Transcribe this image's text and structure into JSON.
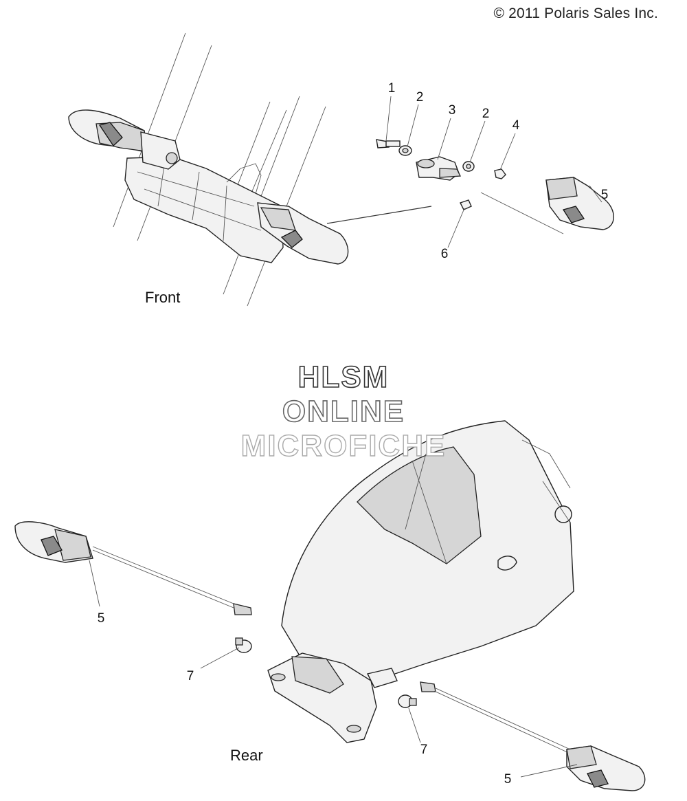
{
  "header": {
    "copyright": "© 2011 Polaris Sales Inc."
  },
  "watermark": {
    "line1": "HLSM",
    "line2": "ONLINE",
    "line3": "MICROFICHE"
  },
  "sections": {
    "front": "Front",
    "rear": "Rear"
  },
  "callouts": [
    "1",
    "2",
    "3",
    "2",
    "4",
    "5",
    "6",
    "5",
    "7",
    "7",
    "5"
  ]
}
